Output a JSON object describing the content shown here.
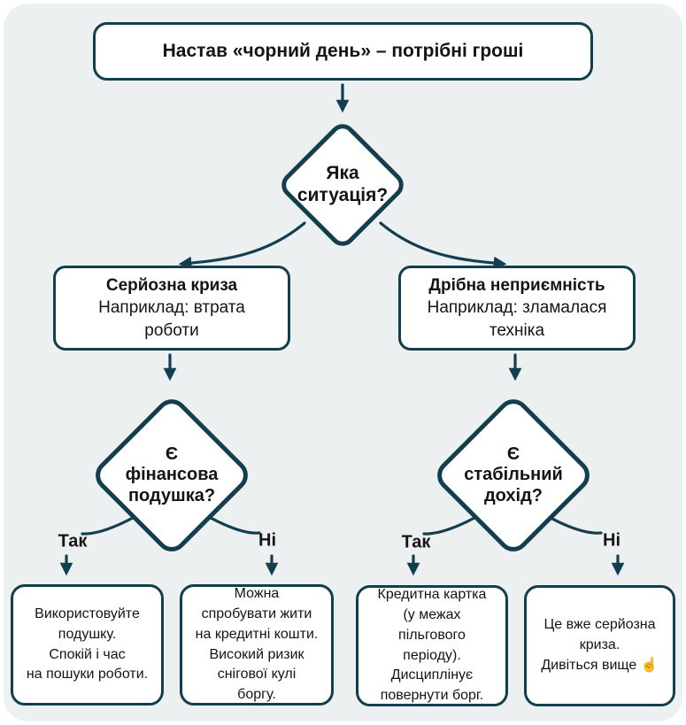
{
  "colors": {
    "teal": "#123e4f",
    "panel_bg": "#edf0f1",
    "node_bg": "#ffffff",
    "text": "#141414"
  },
  "root": {
    "title": "Настав «чорний день» – потрібні гроші"
  },
  "decisions": {
    "situation": "Яка\nситуація?",
    "cushion": "Є\nфінансова\nподушка?",
    "income": "Є\nстабільний\nдохід?"
  },
  "branches": {
    "crisis": {
      "title": "Серйозна криза",
      "subtitle": "Наприклад: втрата\nроботи"
    },
    "minor": {
      "title": "Дрібна неприємність",
      "subtitle": "Наприклад: зламалася\nтехніка"
    }
  },
  "edge_labels": {
    "yes": "Так",
    "no": "Ні"
  },
  "outcomes": {
    "use_cushion": "Використовуйте\nподушку.\nСпокій і час\nна пошуки роботи.",
    "live_on_credit": "Можна\nспробувати жити\nна кредитні кошти.\nВисокий ризик\nснігової кулі\nборгу.",
    "credit_card": "Кредитна картка\n(у межах\nпільгового\nперіоду).\nДисциплінує\nповернути борг.",
    "serious_crisis": "Це вже серйозна\nкриза.\nДивіться вище ☝️"
  }
}
